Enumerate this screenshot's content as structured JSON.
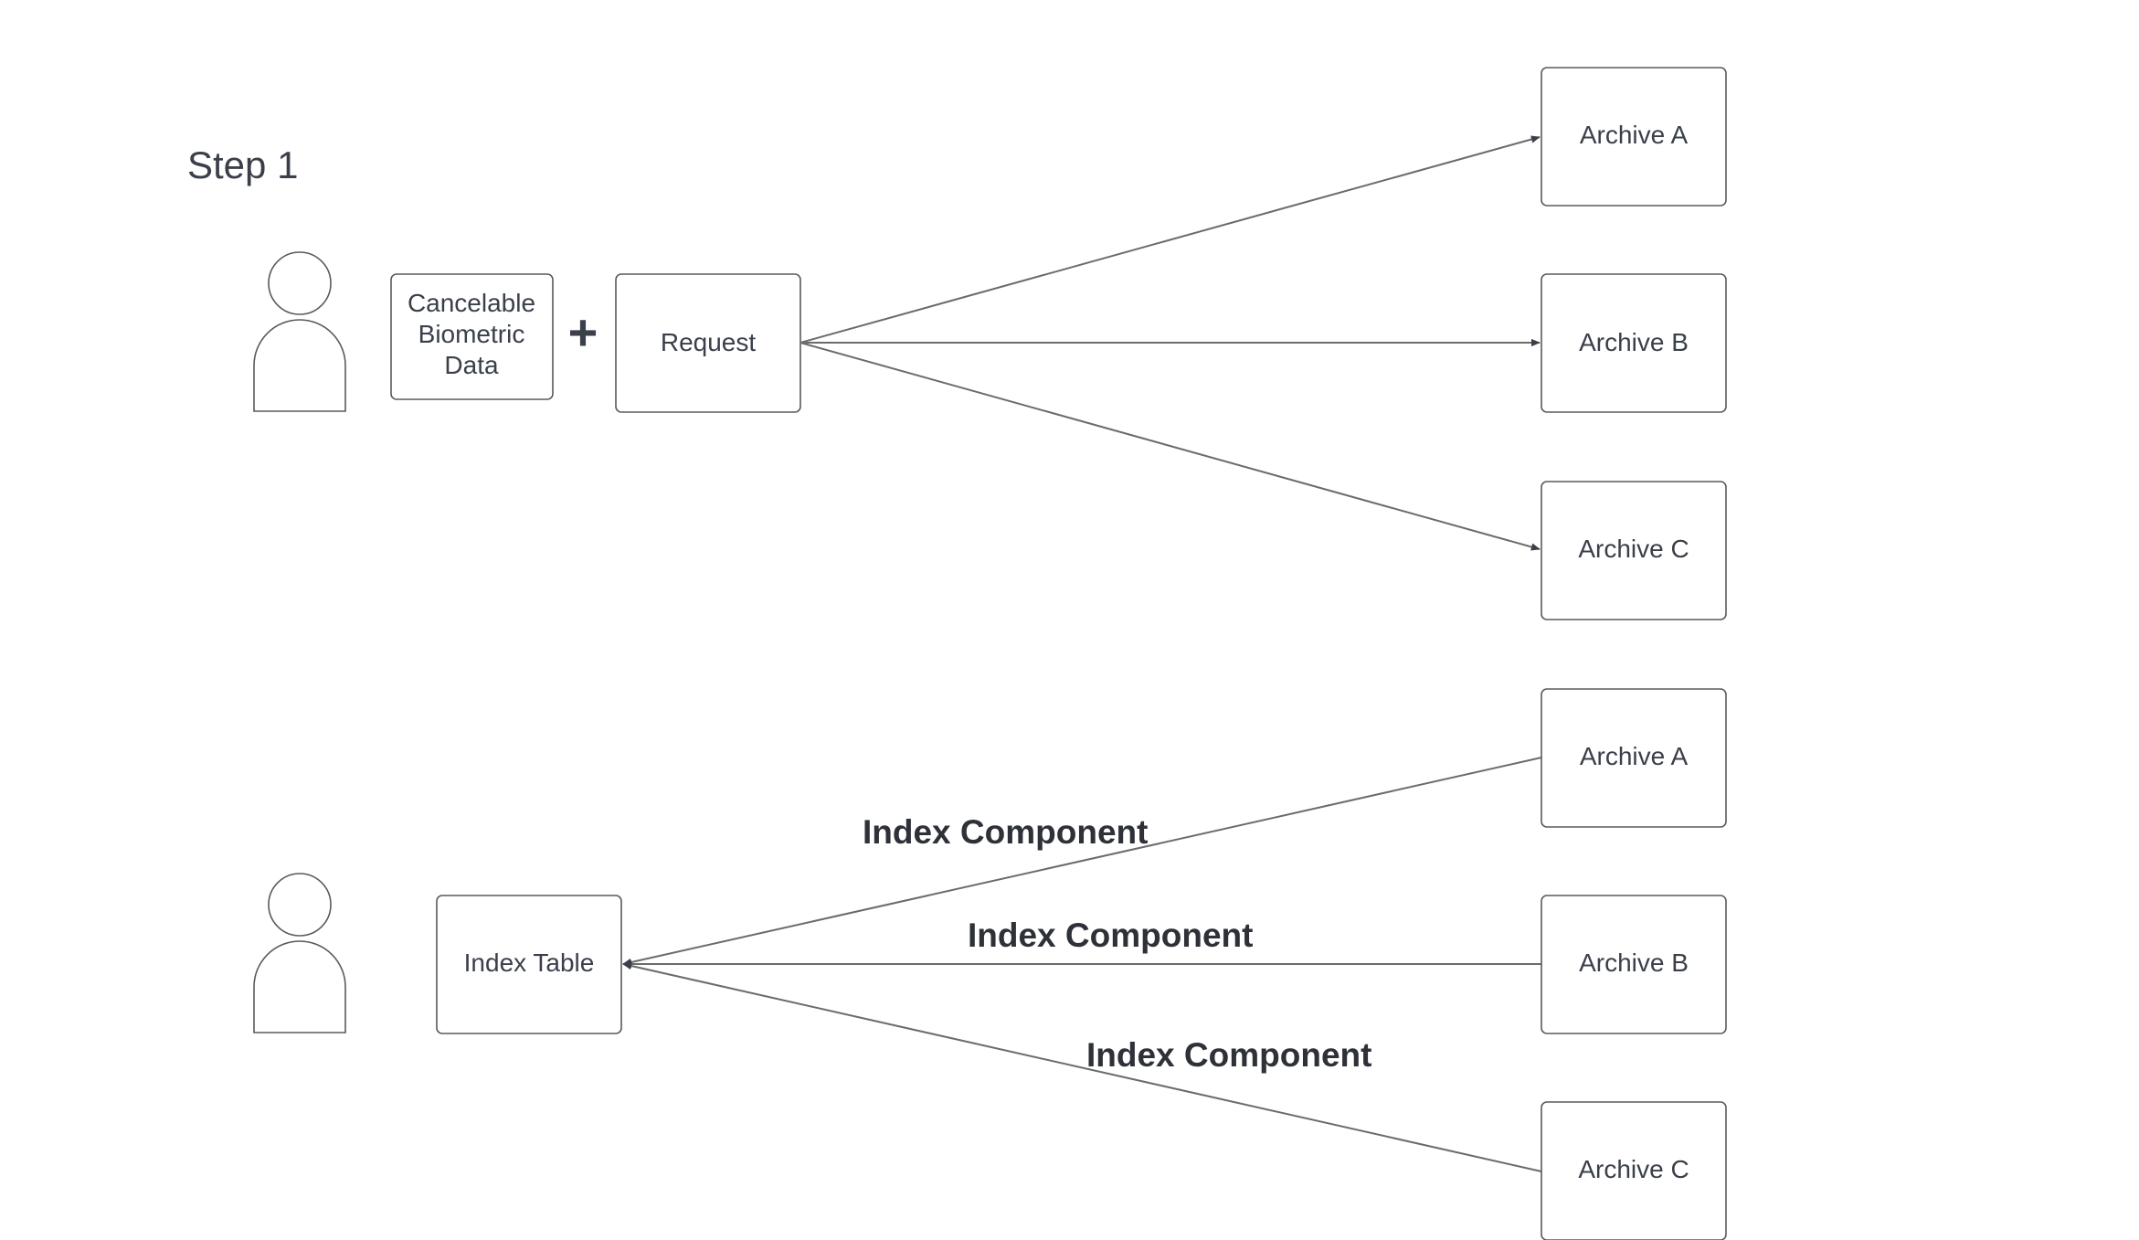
{
  "diagram": {
    "step_title": "Step 1",
    "operator": "+",
    "top": {
      "cancelable_box": [
        "Cancelable",
        "Biometric",
        "Data"
      ],
      "request_box": "Request",
      "archives": [
        "Archive A",
        "Archive B",
        "Archive C"
      ]
    },
    "bottom": {
      "index_table_box": "Index Table",
      "archives": [
        "Archive A",
        "Archive B",
        "Archive C"
      ],
      "edge_labels": [
        "Index Component",
        "Index Component",
        "Index Component"
      ]
    }
  },
  "colors": {
    "stroke": "#5a5a5a",
    "edge": "#6b6b6b",
    "text": "#3a3f4a",
    "edge_label": "#2e3138",
    "background": "#ffffff"
  }
}
